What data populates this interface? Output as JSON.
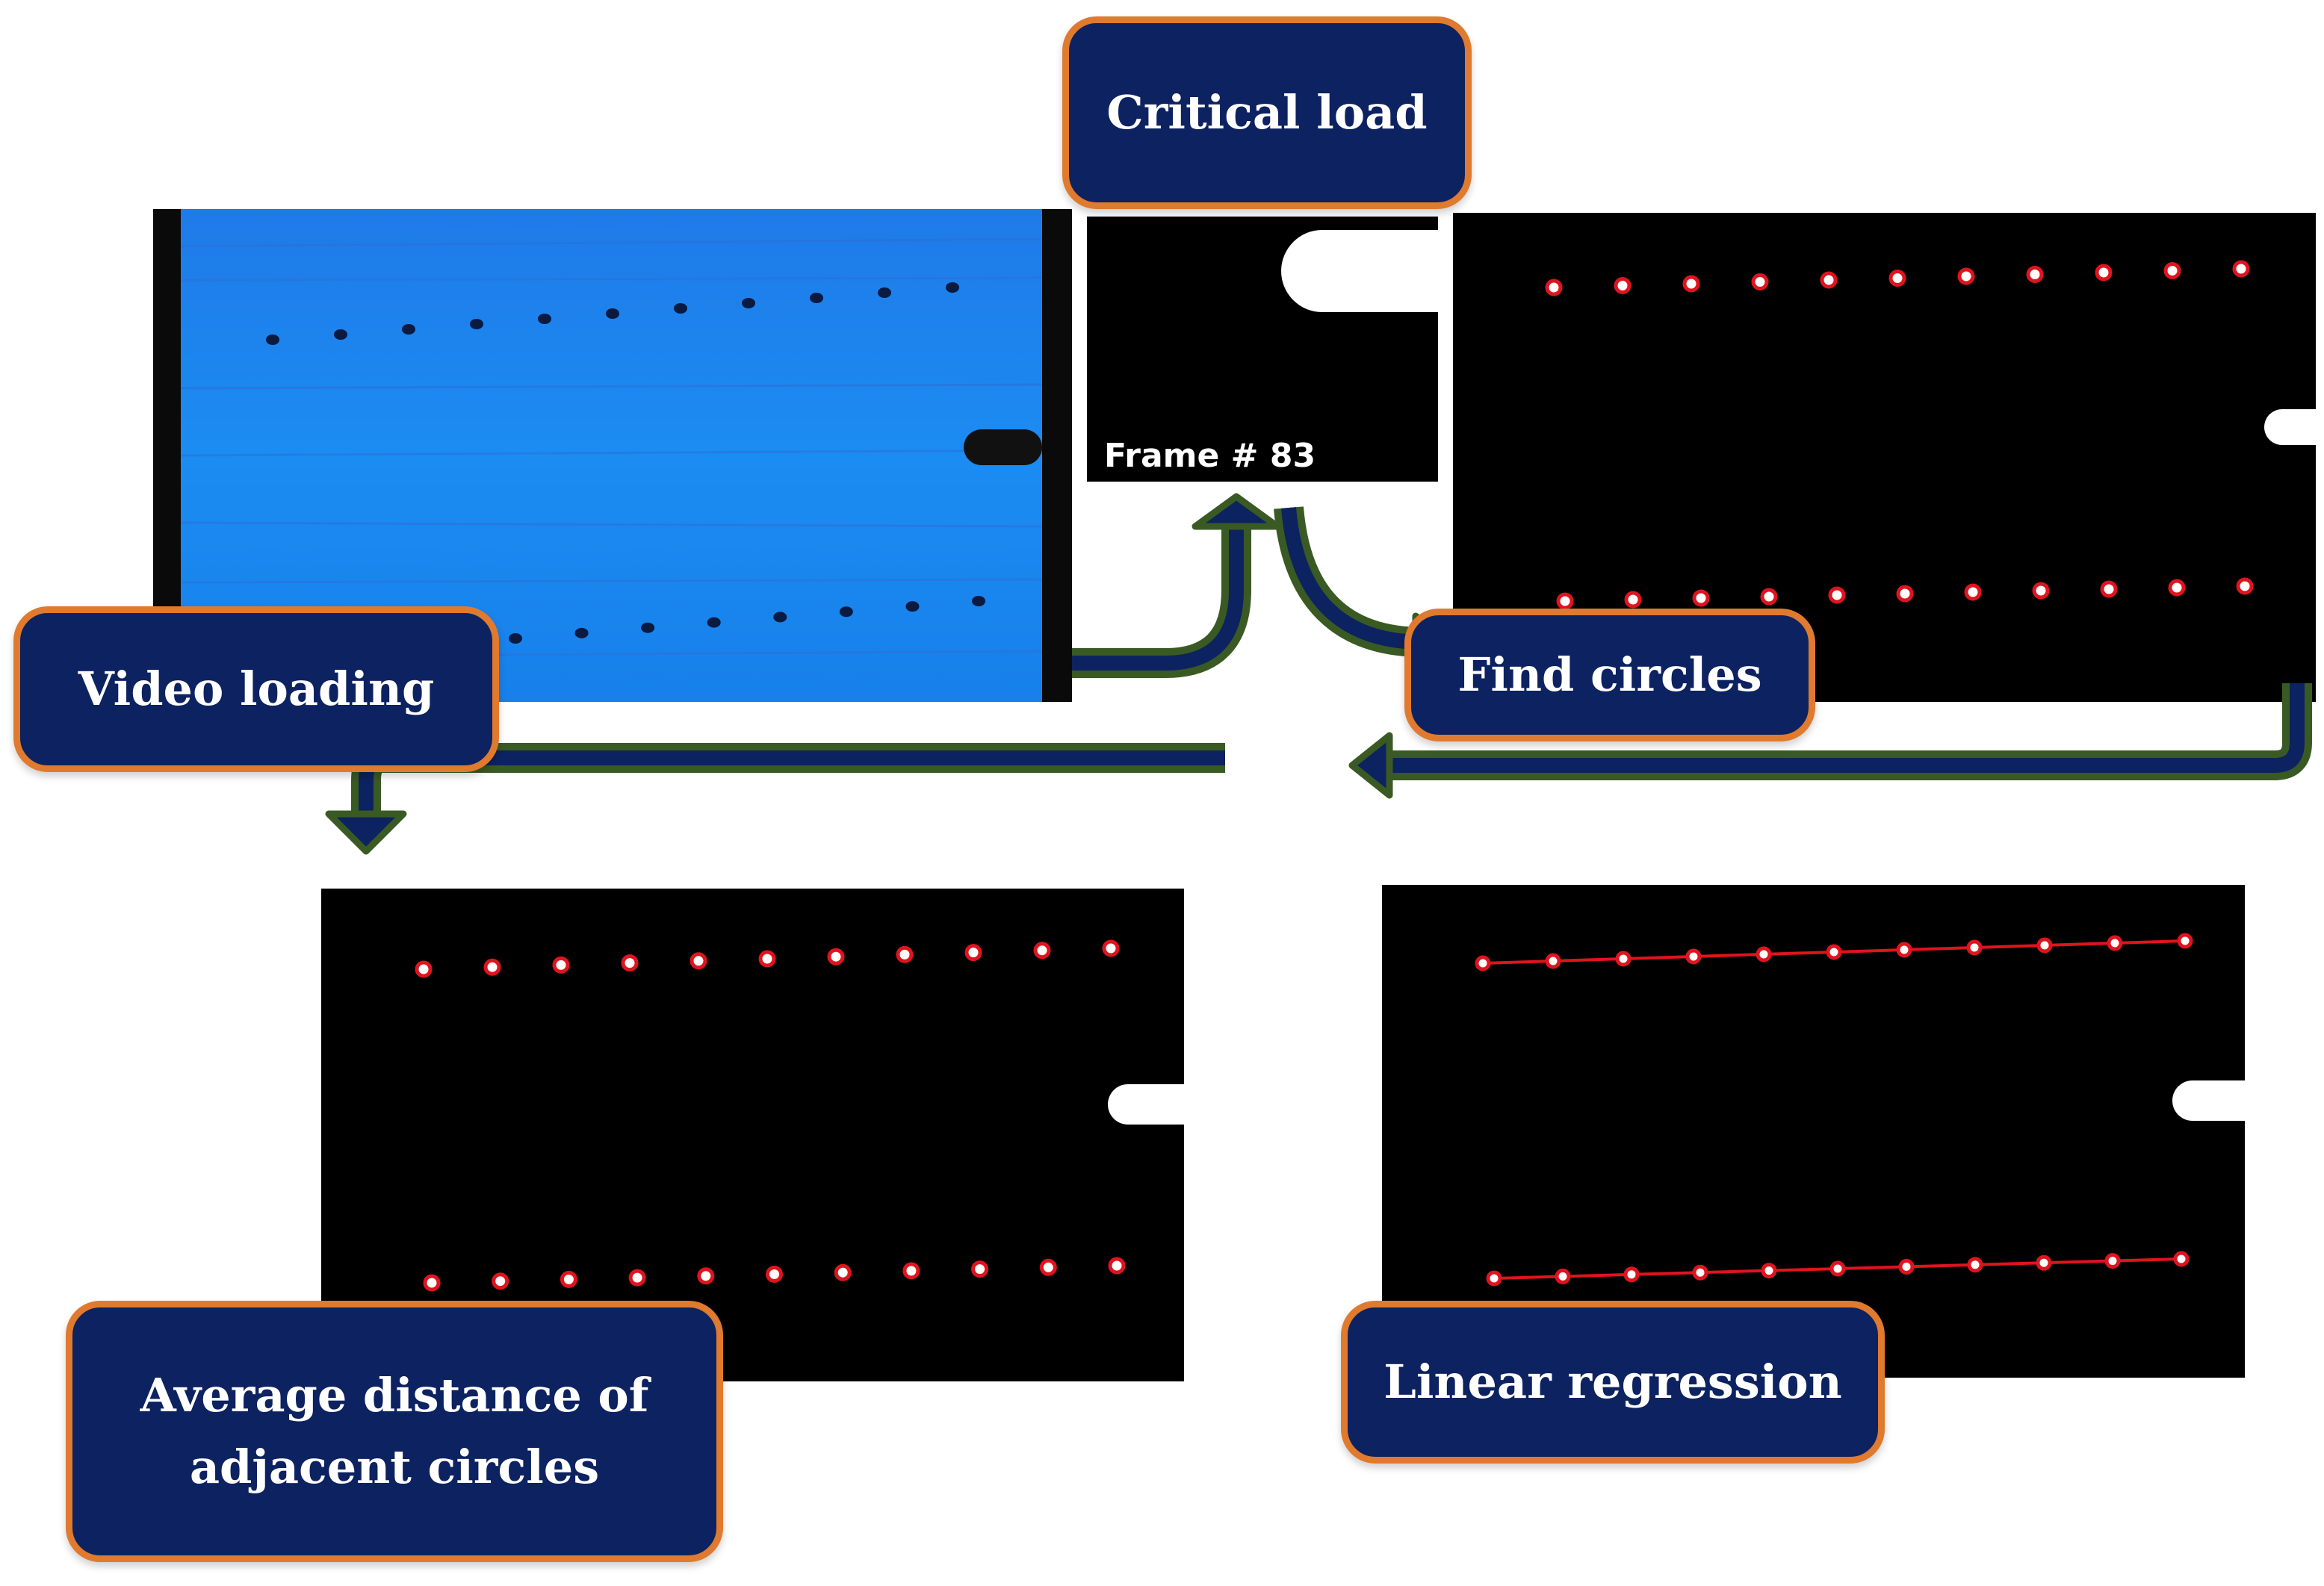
{
  "steps": {
    "video_loading": "Video loading",
    "critical_load": "Critical load",
    "find_circles": "Find circles",
    "average_distance_line1": "Average distance of",
    "average_distance_line2": "adjacent circles",
    "linear_regression": "Linear regression"
  },
  "frame_label": "Frame # 83",
  "colors": {
    "box_fill": "#0d2260",
    "box_border": "#e07a2e",
    "arrow_outer": "#3a5a24",
    "arrow_inner": "#0d2260",
    "photo_blue": "#1a8af0",
    "detected_circle": "#e0141e",
    "regression_line": "#e0141e"
  },
  "icons": [
    "flow-arrow",
    "circle-marker",
    "notch"
  ]
}
